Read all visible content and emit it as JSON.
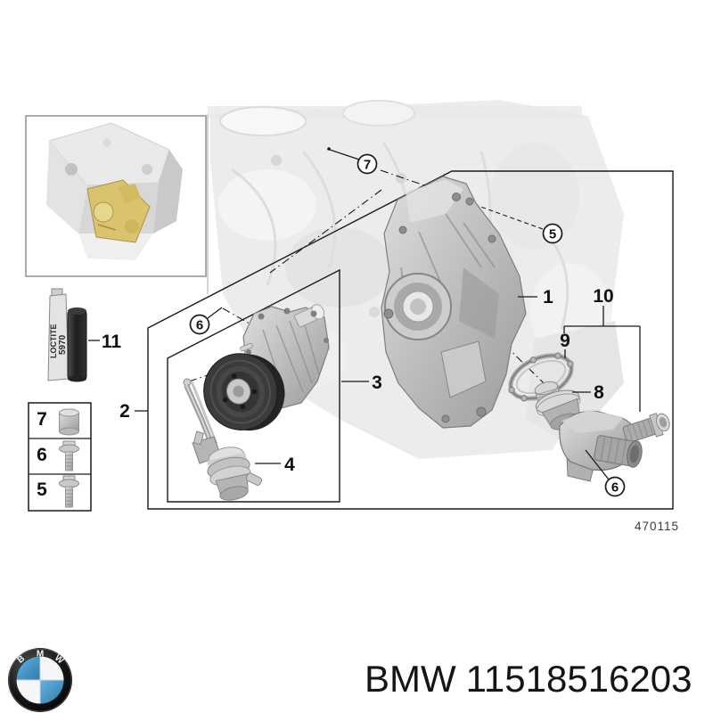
{
  "diagram": {
    "drawing_number": "470115",
    "callouts": {
      "bolt7_circle": "7",
      "bolt5_circle": "5",
      "bracket1": "1",
      "kit10": "10",
      "gasket9": "9",
      "thermostat8": "8",
      "pump_box3": "3",
      "kit_box2": "2",
      "actuator4": "4",
      "sealant11": "11",
      "bolt6_circle_pump": "6",
      "bolt6_circle_housing": "6",
      "table_row7": "7",
      "table_row6": "6",
      "table_row5": "5"
    },
    "loctite": {
      "brand": "LOCTITE",
      "number": "5970"
    }
  },
  "footer": {
    "brand": "BMW",
    "part_number": "11518516203",
    "logo_letters": [
      "B",
      "M",
      "W"
    ]
  },
  "colors": {
    "line": "#1a1a1a",
    "highlight_yellow": "#d9c36e",
    "bmw_blue": "#3d92c6"
  }
}
